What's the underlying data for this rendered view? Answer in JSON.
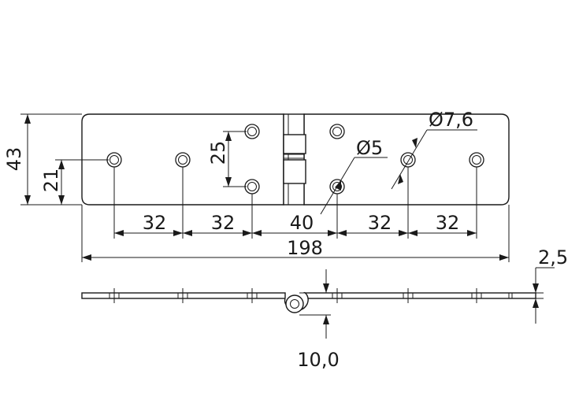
{
  "drawing": {
    "dimensions": {
      "height_total": "43",
      "height_hole_row": "21",
      "hole_pair_spacing": "25",
      "pitch_1": "32",
      "pitch_2": "32",
      "pitch_center": "40",
      "pitch_4": "32",
      "pitch_5": "32",
      "overall_length": "198",
      "small_hole_diameter": "Ø5",
      "countersink_diameter": "Ø7,6",
      "thickness": "2,5",
      "knuckle_offset": "10,0"
    }
  }
}
